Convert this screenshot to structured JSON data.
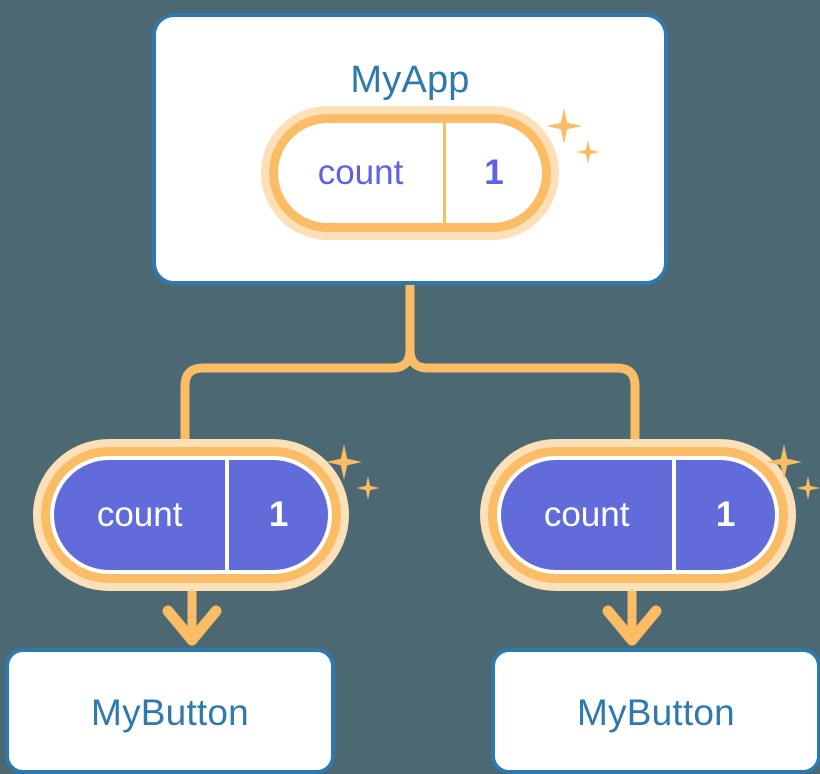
{
  "background_color": "#4c6872",
  "palette": {
    "card_border_blue": "#2e79ad",
    "title_blue": "#2e79ad",
    "accent_orange": "#fabd65",
    "accent_orange_soft": "#fce0b8",
    "state_purple": "#626bda",
    "state_purple_text": "#5d62e0",
    "card_fill": "#ffffff"
  },
  "diagram": {
    "type": "component-tree",
    "root": {
      "title": "MyApp",
      "state": {
        "key": "count",
        "value": "1"
      },
      "sparkle": {
        "large_icon": "sparkle-icon",
        "small_icon": "sparkle-small-icon"
      }
    },
    "children": [
      {
        "id": "left",
        "state": {
          "key": "count",
          "value": "1"
        },
        "sparkle": {
          "large_icon": "sparkle-icon",
          "small_icon": "sparkle-small-icon"
        },
        "component": {
          "title": "MyButton"
        }
      },
      {
        "id": "right",
        "state": {
          "key": "count",
          "value": "1"
        },
        "sparkle": {
          "large_icon": "sparkle-icon",
          "small_icon": "sparkle-small-icon"
        },
        "component": {
          "title": "MyButton"
        }
      }
    ],
    "connectors": {
      "trunk_icon": "branch-connector",
      "arrow_icon": "arrow-down-icon"
    }
  }
}
